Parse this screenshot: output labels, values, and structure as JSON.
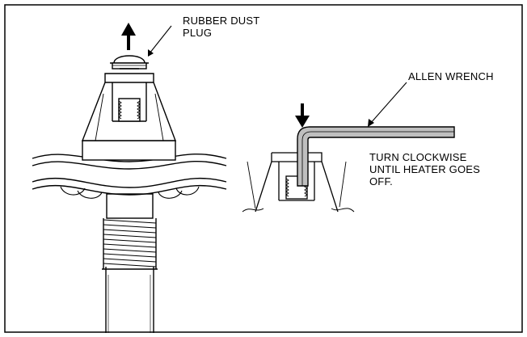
{
  "labels": {
    "dust_plug_line1": "RUBBER DUST",
    "dust_plug_line2": "PLUG",
    "allen_wrench": "ALLEN WRENCH",
    "instruction_line1": "TURN CLOCKWISE",
    "instruction_line2": "UNTIL HEATER GOES",
    "instruction_line3": "OFF."
  },
  "colors": {
    "stroke": "#000000",
    "background": "#ffffff",
    "wrench_fill": "#bfbfbf"
  },
  "icons": {
    "plug_removal_arrow": "arrow-up-icon",
    "wrench_insert_arrow": "arrow-down-icon"
  }
}
